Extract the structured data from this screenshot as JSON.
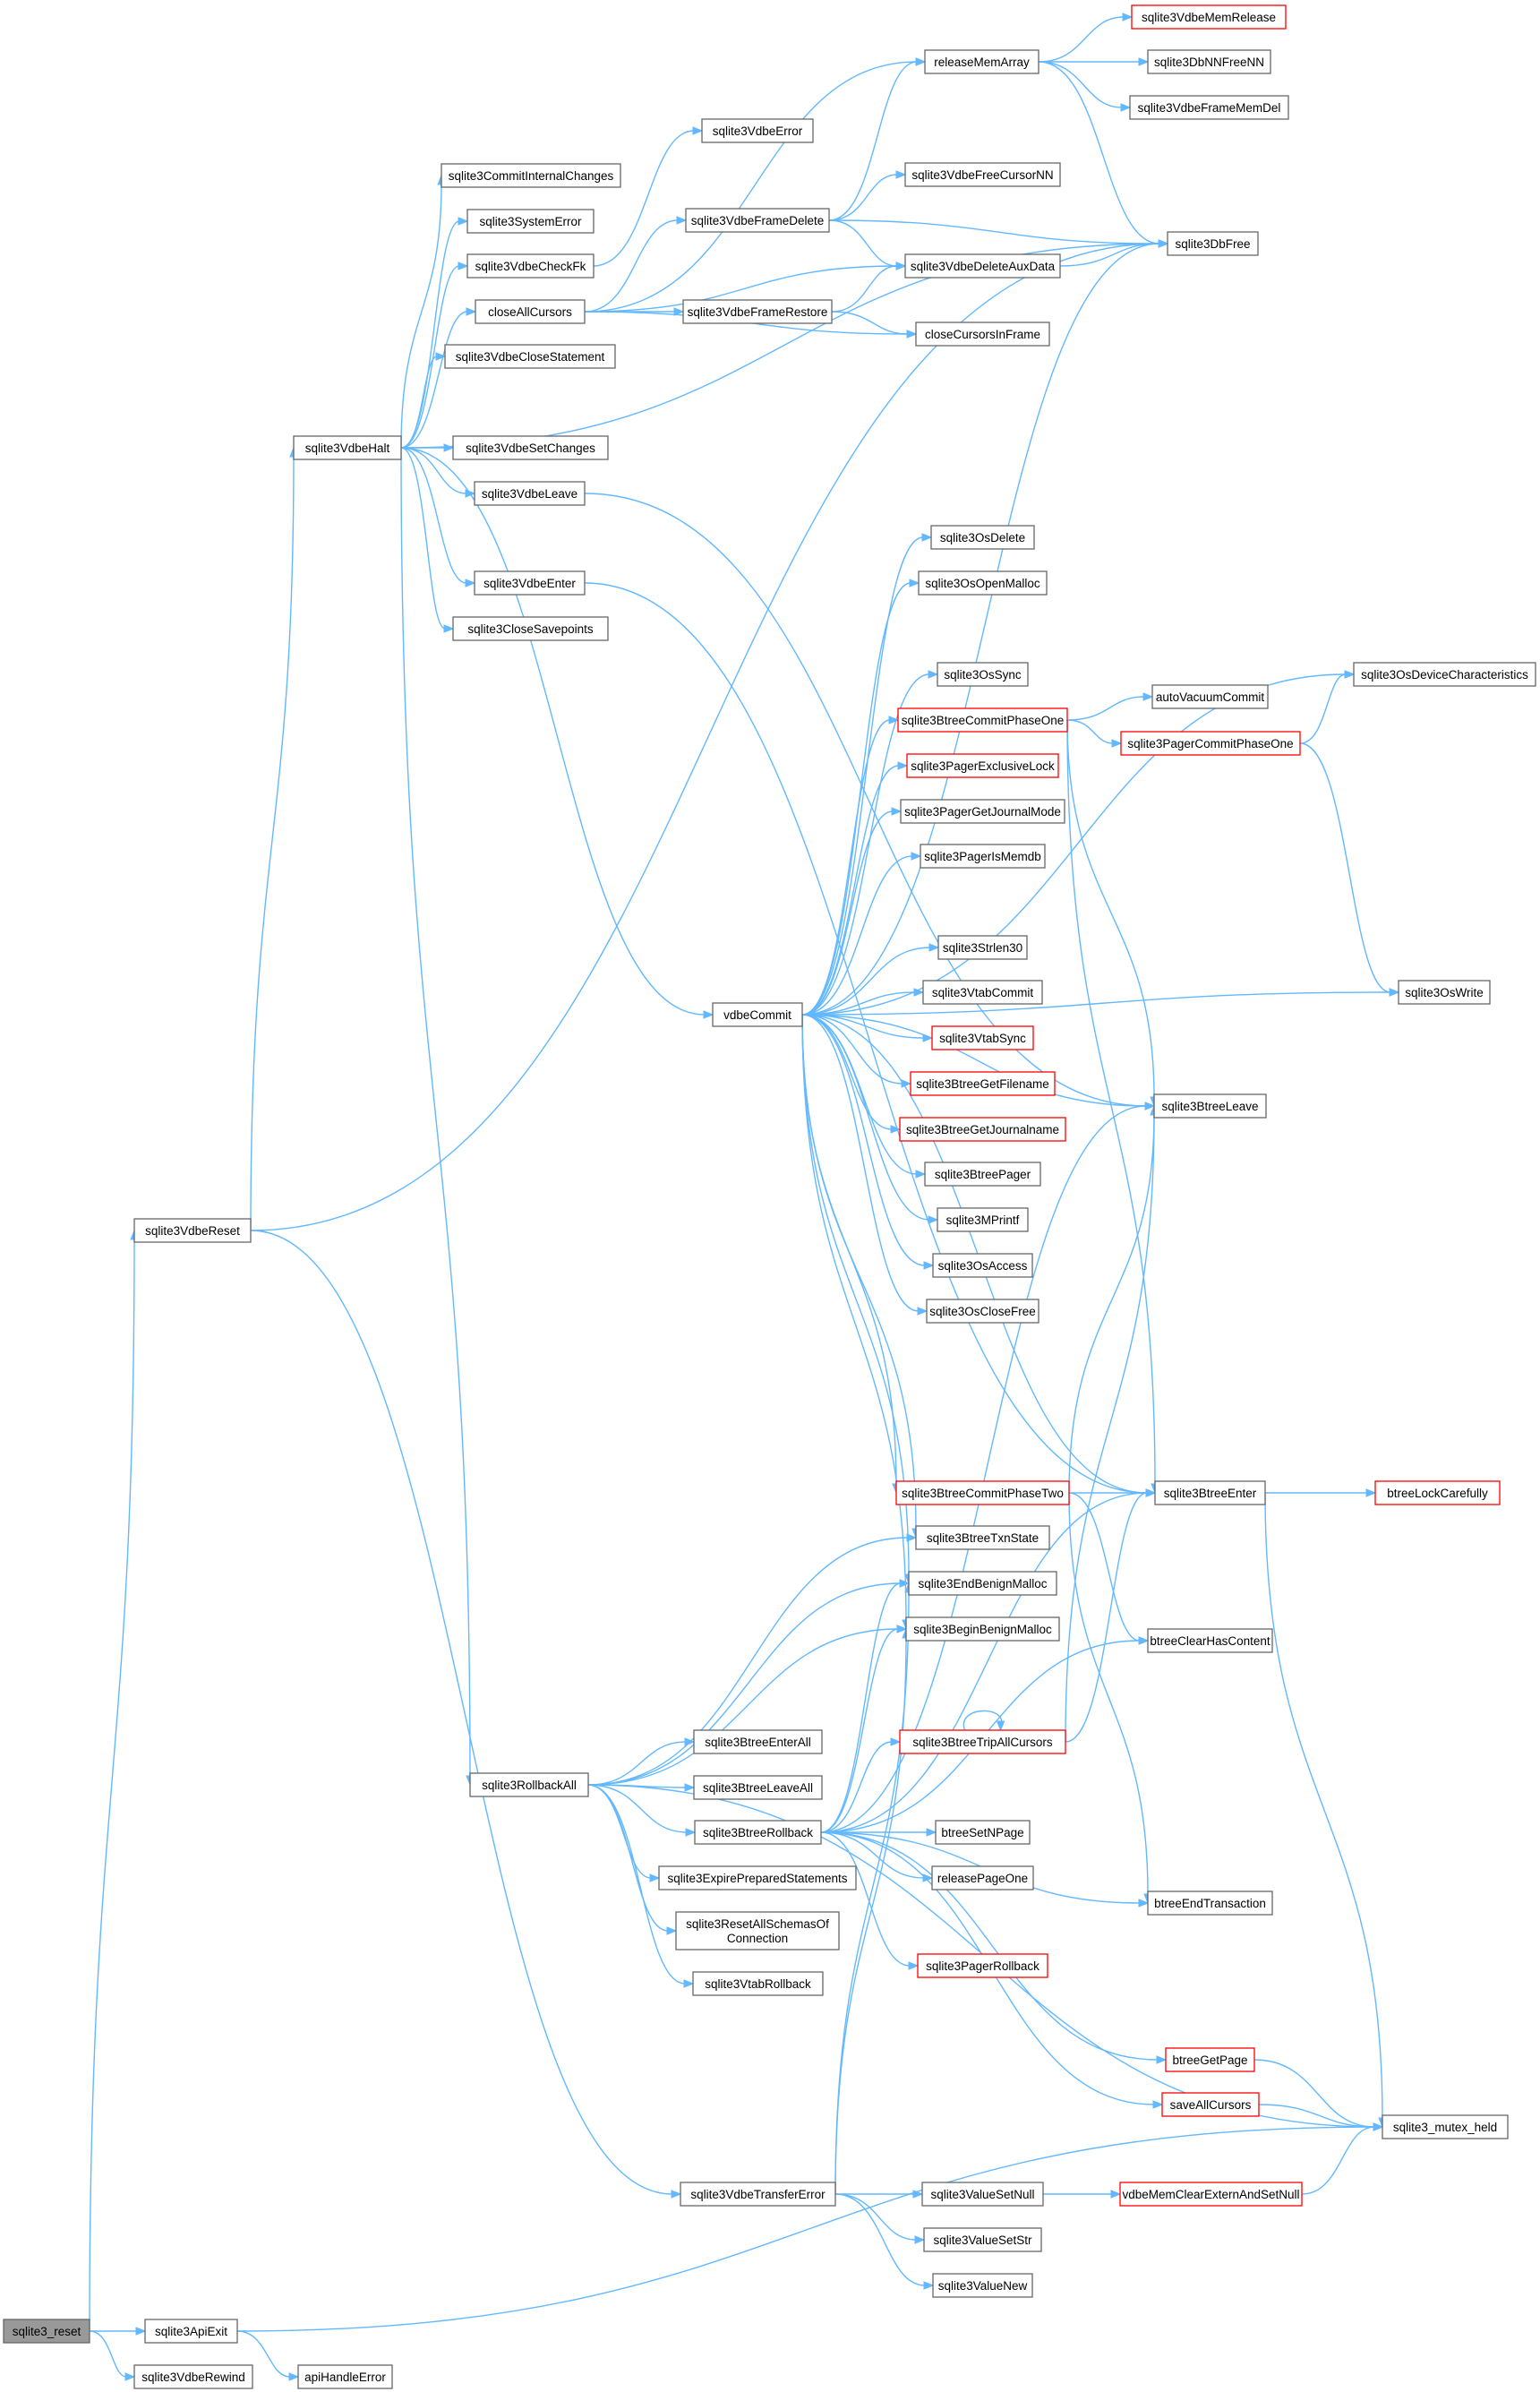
{
  "graph": {
    "title": "",
    "edge_color": "#63b8ff",
    "node_border": "#666666",
    "highlight_border": "#ff0000",
    "root_fill": "#999999",
    "nodes": [
      {
        "id": "sqlite3_reset",
        "label": "sqlite3_reset",
        "style": "root"
      },
      {
        "id": "sqlite3ApiExit",
        "label": "sqlite3ApiExit"
      },
      {
        "id": "sqlite3VdbeRewind",
        "label": "sqlite3VdbeRewind"
      },
      {
        "id": "apiHandleError",
        "label": "apiHandleError"
      },
      {
        "id": "sqlite3VdbeReset",
        "label": "sqlite3VdbeReset"
      },
      {
        "id": "sqlite3VdbeHalt",
        "label": "sqlite3VdbeHalt"
      },
      {
        "id": "sqlite3CommitInternalChanges",
        "label": "sqlite3CommitInternalChanges"
      },
      {
        "id": "sqlite3SystemError",
        "label": "sqlite3SystemError"
      },
      {
        "id": "sqlite3VdbeCheckFk",
        "label": "sqlite3VdbeCheckFk"
      },
      {
        "id": "closeAllCursors",
        "label": "closeAllCursors"
      },
      {
        "id": "sqlite3VdbeCloseStatement",
        "label": "sqlite3VdbeCloseStatement"
      },
      {
        "id": "sqlite3VdbeSetChanges",
        "label": "sqlite3VdbeSetChanges"
      },
      {
        "id": "sqlite3VdbeLeave",
        "label": "sqlite3VdbeLeave"
      },
      {
        "id": "sqlite3VdbeEnter",
        "label": "sqlite3VdbeEnter"
      },
      {
        "id": "sqlite3CloseSavepoints",
        "label": "sqlite3CloseSavepoints"
      },
      {
        "id": "sqlite3RollbackAll",
        "label": "sqlite3RollbackAll"
      },
      {
        "id": "sqlite3VdbeTransferError",
        "label": "sqlite3VdbeTransferError"
      },
      {
        "id": "releaseMemArray",
        "label": "releaseMemArray"
      },
      {
        "id": "sqlite3VdbeMemRelease",
        "label": "sqlite3VdbeMemRelease",
        "style": "red"
      },
      {
        "id": "sqlite3DbNNFreeNN",
        "label": "sqlite3DbNNFreeNN"
      },
      {
        "id": "sqlite3VdbeFrameMemDel",
        "label": "sqlite3VdbeFrameMemDel"
      },
      {
        "id": "sqlite3VdbeError",
        "label": "sqlite3VdbeError"
      },
      {
        "id": "sqlite3VdbeFreeCursorNN",
        "label": "sqlite3VdbeFreeCursorNN"
      },
      {
        "id": "sqlite3VdbeFrameDelete",
        "label": "sqlite3VdbeFrameDelete"
      },
      {
        "id": "sqlite3DbFree",
        "label": "sqlite3DbFree"
      },
      {
        "id": "sqlite3VdbeDeleteAuxData",
        "label": "sqlite3VdbeDeleteAuxData"
      },
      {
        "id": "sqlite3VdbeFrameRestore",
        "label": "sqlite3VdbeFrameRestore"
      },
      {
        "id": "closeCursorsInFrame",
        "label": "closeCursorsInFrame"
      },
      {
        "id": "vdbeCommit",
        "label": "vdbeCommit"
      },
      {
        "id": "sqlite3OsDelete",
        "label": "sqlite3OsDelete"
      },
      {
        "id": "sqlite3OsOpenMalloc",
        "label": "sqlite3OsOpenMalloc"
      },
      {
        "id": "sqlite3OsDeviceCharacteristics",
        "label": "sqlite3OsDeviceCharacteristics"
      },
      {
        "id": "sqlite3OsSync",
        "label": "sqlite3OsSync"
      },
      {
        "id": "autoVacuumCommit",
        "label": "autoVacuumCommit"
      },
      {
        "id": "sqlite3BtreeCommitPhaseOne",
        "label": "sqlite3BtreeCommitPhaseOne",
        "style": "red"
      },
      {
        "id": "sqlite3PagerCommitPhaseOne",
        "label": "sqlite3PagerCommitPhaseOne",
        "style": "red"
      },
      {
        "id": "sqlite3PagerExclusiveLock",
        "label": "sqlite3PagerExclusiveLock",
        "style": "red"
      },
      {
        "id": "sqlite3PagerGetJournalMode",
        "label": "sqlite3PagerGetJournalMode"
      },
      {
        "id": "sqlite3PagerIsMemdb",
        "label": "sqlite3PagerIsMemdb"
      },
      {
        "id": "sqlite3Strlen30",
        "label": "sqlite3Strlen30"
      },
      {
        "id": "sqlite3OsWrite",
        "label": "sqlite3OsWrite"
      },
      {
        "id": "sqlite3VtabCommit",
        "label": "sqlite3VtabCommit"
      },
      {
        "id": "sqlite3VtabSync",
        "label": "sqlite3VtabSync",
        "style": "red"
      },
      {
        "id": "sqlite3BtreeGetFilename",
        "label": "sqlite3BtreeGetFilename",
        "style": "red"
      },
      {
        "id": "sqlite3BtreeLeave",
        "label": "sqlite3BtreeLeave"
      },
      {
        "id": "sqlite3BtreeGetJournalname",
        "label": "sqlite3BtreeGetJournalname",
        "style": "red"
      },
      {
        "id": "sqlite3BtreePager",
        "label": "sqlite3BtreePager"
      },
      {
        "id": "sqlite3MPrintf",
        "label": "sqlite3MPrintf"
      },
      {
        "id": "sqlite3OsAccess",
        "label": "sqlite3OsAccess"
      },
      {
        "id": "sqlite3OsCloseFree",
        "label": "sqlite3OsCloseFree"
      },
      {
        "id": "sqlite3BtreeCommitPhaseTwo",
        "label": "sqlite3BtreeCommitPhaseTwo",
        "style": "red"
      },
      {
        "id": "sqlite3BtreeEnter",
        "label": "sqlite3BtreeEnter"
      },
      {
        "id": "btreeLockCarefully",
        "label": "btreeLockCarefully",
        "style": "red"
      },
      {
        "id": "sqlite3BtreeTxnState",
        "label": "sqlite3BtreeTxnState"
      },
      {
        "id": "sqlite3EndBenignMalloc",
        "label": "sqlite3EndBenignMalloc"
      },
      {
        "id": "sqlite3BeginBenignMalloc",
        "label": "sqlite3BeginBenignMalloc"
      },
      {
        "id": "btreeClearHasContent",
        "label": "btreeClearHasContent"
      },
      {
        "id": "sqlite3BtreeEnterAll",
        "label": "sqlite3BtreeEnterAll"
      },
      {
        "id": "sqlite3BtreeTripAllCursors",
        "label": "sqlite3BtreeTripAllCursors",
        "style": "red"
      },
      {
        "id": "sqlite3BtreeLeaveAll",
        "label": "sqlite3BtreeLeaveAll"
      },
      {
        "id": "sqlite3BtreeRollback",
        "label": "sqlite3BtreeRollback"
      },
      {
        "id": "btreeSetNPage",
        "label": "btreeSetNPage"
      },
      {
        "id": "sqlite3ExpirePreparedStatements",
        "label": "sqlite3ExpirePreparedStatements"
      },
      {
        "id": "releasePageOne",
        "label": "releasePageOne"
      },
      {
        "id": "sqlite3ResetAllSchemasOfConnection",
        "label": "sqlite3ResetAllSchemasOf\nConnection"
      },
      {
        "id": "btreeEndTransaction",
        "label": "btreeEndTransaction"
      },
      {
        "id": "sqlite3VtabRollback",
        "label": "sqlite3VtabRollback"
      },
      {
        "id": "sqlite3PagerRollback",
        "label": "sqlite3PagerRollback",
        "style": "red"
      },
      {
        "id": "btreeGetPage",
        "label": "btreeGetPage",
        "style": "red"
      },
      {
        "id": "saveAllCursors",
        "label": "saveAllCursors",
        "style": "red"
      },
      {
        "id": "sqlite3_mutex_held",
        "label": "sqlite3_mutex_held"
      },
      {
        "id": "sqlite3ValueSetNull",
        "label": "sqlite3ValueSetNull"
      },
      {
        "id": "vdbeMemClearExternAndSetNull",
        "label": "vdbeMemClearExternAndSetNull",
        "style": "red"
      },
      {
        "id": "sqlite3ValueSetStr",
        "label": "sqlite3ValueSetStr"
      },
      {
        "id": "sqlite3ValueNew",
        "label": "sqlite3ValueNew"
      }
    ],
    "edges": [
      [
        "sqlite3_reset",
        "sqlite3VdbeReset"
      ],
      [
        "sqlite3_reset",
        "sqlite3ApiExit"
      ],
      [
        "sqlite3_reset",
        "sqlite3VdbeRewind"
      ],
      [
        "sqlite3ApiExit",
        "apiHandleError"
      ],
      [
        "sqlite3ApiExit",
        "sqlite3_mutex_held"
      ],
      [
        "sqlite3VdbeReset",
        "sqlite3VdbeHalt"
      ],
      [
        "sqlite3VdbeReset",
        "sqlite3VdbeTransferError"
      ],
      [
        "sqlite3VdbeReset",
        "sqlite3DbFree"
      ],
      [
        "sqlite3VdbeHalt",
        "sqlite3CommitInternalChanges"
      ],
      [
        "sqlite3VdbeHalt",
        "sqlite3SystemError"
      ],
      [
        "sqlite3VdbeHalt",
        "sqlite3VdbeCheckFk"
      ],
      [
        "sqlite3VdbeHalt",
        "closeAllCursors"
      ],
      [
        "sqlite3VdbeHalt",
        "sqlite3VdbeCloseStatement"
      ],
      [
        "sqlite3VdbeHalt",
        "sqlite3VdbeSetChanges"
      ],
      [
        "sqlite3VdbeHalt",
        "sqlite3VdbeLeave"
      ],
      [
        "sqlite3VdbeHalt",
        "sqlite3VdbeEnter"
      ],
      [
        "sqlite3VdbeHalt",
        "sqlite3CloseSavepoints"
      ],
      [
        "sqlite3VdbeHalt",
        "sqlite3RollbackAll"
      ],
      [
        "sqlite3VdbeHalt",
        "vdbeCommit"
      ],
      [
        "sqlite3VdbeHalt",
        "sqlite3DbFree"
      ],
      [
        "sqlite3VdbeCheckFk",
        "sqlite3VdbeError"
      ],
      [
        "closeAllCursors",
        "releaseMemArray"
      ],
      [
        "closeAllCursors",
        "sqlite3VdbeFrameDelete"
      ],
      [
        "closeAllCursors",
        "sqlite3VdbeDeleteAuxData"
      ],
      [
        "closeAllCursors",
        "sqlite3VdbeFrameRestore"
      ],
      [
        "closeAllCursors",
        "closeCursorsInFrame"
      ],
      [
        "releaseMemArray",
        "sqlite3VdbeMemRelease"
      ],
      [
        "releaseMemArray",
        "sqlite3DbNNFreeNN"
      ],
      [
        "releaseMemArray",
        "sqlite3VdbeFrameMemDel"
      ],
      [
        "releaseMemArray",
        "sqlite3DbFree"
      ],
      [
        "sqlite3VdbeFrameDelete",
        "releaseMemArray"
      ],
      [
        "sqlite3VdbeFrameDelete",
        "sqlite3VdbeFreeCursorNN"
      ],
      [
        "sqlite3VdbeFrameDelete",
        "sqlite3DbFree"
      ],
      [
        "sqlite3VdbeFrameDelete",
        "sqlite3VdbeDeleteAuxData"
      ],
      [
        "sqlite3VdbeDeleteAuxData",
        "sqlite3DbFree"
      ],
      [
        "sqlite3VdbeFrameRestore",
        "sqlite3VdbeDeleteAuxData"
      ],
      [
        "sqlite3VdbeFrameRestore",
        "closeCursorsInFrame"
      ],
      [
        "sqlite3VdbeLeave",
        "sqlite3BtreeLeave"
      ],
      [
        "sqlite3VdbeEnter",
        "sqlite3BtreeEnter"
      ],
      [
        "vdbeCommit",
        "sqlite3OsDelete"
      ],
      [
        "vdbeCommit",
        "sqlite3OsOpenMalloc"
      ],
      [
        "vdbeCommit",
        "sqlite3OsDeviceCharacteristics"
      ],
      [
        "vdbeCommit",
        "sqlite3OsSync"
      ],
      [
        "vdbeCommit",
        "sqlite3BtreeCommitPhaseOne"
      ],
      [
        "vdbeCommit",
        "sqlite3PagerExclusiveLock"
      ],
      [
        "vdbeCommit",
        "sqlite3PagerGetJournalMode"
      ],
      [
        "vdbeCommit",
        "sqlite3PagerIsMemdb"
      ],
      [
        "vdbeCommit",
        "sqlite3Strlen30"
      ],
      [
        "vdbeCommit",
        "sqlite3VtabCommit"
      ],
      [
        "vdbeCommit",
        "sqlite3VtabSync"
      ],
      [
        "vdbeCommit",
        "sqlite3BtreeGetFilename"
      ],
      [
        "vdbeCommit",
        "sqlite3BtreeGetJournalname"
      ],
      [
        "vdbeCommit",
        "sqlite3BtreePager"
      ],
      [
        "vdbeCommit",
        "sqlite3MPrintf"
      ],
      [
        "vdbeCommit",
        "sqlite3OsAccess"
      ],
      [
        "vdbeCommit",
        "sqlite3OsCloseFree"
      ],
      [
        "vdbeCommit",
        "sqlite3OsWrite"
      ],
      [
        "vdbeCommit",
        "sqlite3BtreeCommitPhaseTwo"
      ],
      [
        "vdbeCommit",
        "sqlite3BtreeTxnState"
      ],
      [
        "vdbeCommit",
        "sqlite3EndBenignMalloc"
      ],
      [
        "vdbeCommit",
        "sqlite3BeginBenignMalloc"
      ],
      [
        "vdbeCommit",
        "sqlite3BtreeEnter"
      ],
      [
        "vdbeCommit",
        "sqlite3BtreeLeave"
      ],
      [
        "vdbeCommit",
        "sqlite3DbFree"
      ],
      [
        "sqlite3BtreeCommitPhaseOne",
        "autoVacuumCommit"
      ],
      [
        "sqlite3BtreeCommitPhaseOne",
        "sqlite3PagerCommitPhaseOne"
      ],
      [
        "sqlite3BtreeCommitPhaseOne",
        "sqlite3BtreeLeave"
      ],
      [
        "sqlite3BtreeCommitPhaseOne",
        "sqlite3BtreeEnter"
      ],
      [
        "sqlite3PagerCommitPhaseOne",
        "sqlite3OsDeviceCharacteristics"
      ],
      [
        "sqlite3PagerCommitPhaseOne",
        "sqlite3OsWrite"
      ],
      [
        "sqlite3BtreeCommitPhaseTwo",
        "sqlite3BtreeEnter"
      ],
      [
        "sqlite3BtreeCommitPhaseTwo",
        "sqlite3BtreeLeave"
      ],
      [
        "sqlite3BtreeCommitPhaseTwo",
        "btreeClearHasContent"
      ],
      [
        "sqlite3BtreeCommitPhaseTwo",
        "btreeEndTransaction"
      ],
      [
        "sqlite3BtreeEnter",
        "btreeLockCarefully"
      ],
      [
        "sqlite3BtreeEnter",
        "sqlite3_mutex_held"
      ],
      [
        "sqlite3RollbackAll",
        "sqlite3BtreeTxnState"
      ],
      [
        "sqlite3RollbackAll",
        "sqlite3EndBenignMalloc"
      ],
      [
        "sqlite3RollbackAll",
        "sqlite3BeginBenignMalloc"
      ],
      [
        "sqlite3RollbackAll",
        "sqlite3BtreeEnterAll"
      ],
      [
        "sqlite3RollbackAll",
        "sqlite3BtreeLeaveAll"
      ],
      [
        "sqlite3RollbackAll",
        "sqlite3BtreeRollback"
      ],
      [
        "sqlite3RollbackAll",
        "sqlite3ExpirePreparedStatements"
      ],
      [
        "sqlite3RollbackAll",
        "sqlite3ResetAllSchemasOfConnection"
      ],
      [
        "sqlite3RollbackAll",
        "sqlite3VtabRollback"
      ],
      [
        "sqlite3RollbackAll",
        "sqlite3_mutex_held"
      ],
      [
        "sqlite3BtreeRollback",
        "sqlite3BtreeTripAllCursors"
      ],
      [
        "sqlite3BtreeRollback",
        "btreeSetNPage"
      ],
      [
        "sqlite3BtreeRollback",
        "releasePageOne"
      ],
      [
        "sqlite3BtreeRollback",
        "btreeEndTransaction"
      ],
      [
        "sqlite3BtreeRollback",
        "sqlite3PagerRollback"
      ],
      [
        "sqlite3BtreeRollback",
        "btreeGetPage"
      ],
      [
        "sqlite3BtreeRollback",
        "saveAllCursors"
      ],
      [
        "sqlite3BtreeRollback",
        "btreeClearHasContent"
      ],
      [
        "sqlite3BtreeRollback",
        "sqlite3BtreeEnter"
      ],
      [
        "sqlite3BtreeRollback",
        "sqlite3BtreeLeave"
      ],
      [
        "sqlite3BtreeRollback",
        "sqlite3EndBenignMalloc"
      ],
      [
        "sqlite3BtreeRollback",
        "sqlite3BeginBenignMalloc"
      ],
      [
        "sqlite3BtreeTripAllCursors",
        "sqlite3BtreeTripAllCursors"
      ],
      [
        "sqlite3BtreeTripAllCursors",
        "sqlite3BtreeEnter"
      ],
      [
        "sqlite3BtreeTripAllCursors",
        "sqlite3BtreeLeave"
      ],
      [
        "btreeGetPage",
        "sqlite3_mutex_held"
      ],
      [
        "saveAllCursors",
        "sqlite3_mutex_held"
      ],
      [
        "sqlite3VdbeTransferError",
        "sqlite3ValueSetNull"
      ],
      [
        "sqlite3VdbeTransferError",
        "sqlite3ValueSetStr"
      ],
      [
        "sqlite3VdbeTransferError",
        "sqlite3ValueNew"
      ],
      [
        "sqlite3VdbeTransferError",
        "sqlite3EndBenignMalloc"
      ],
      [
        "sqlite3VdbeTransferError",
        "sqlite3BeginBenignMalloc"
      ],
      [
        "sqlite3ValueSetNull",
        "vdbeMemClearExternAndSetNull"
      ],
      [
        "vdbeMemClearExternAndSetNull",
        "sqlite3_mutex_held"
      ]
    ]
  }
}
